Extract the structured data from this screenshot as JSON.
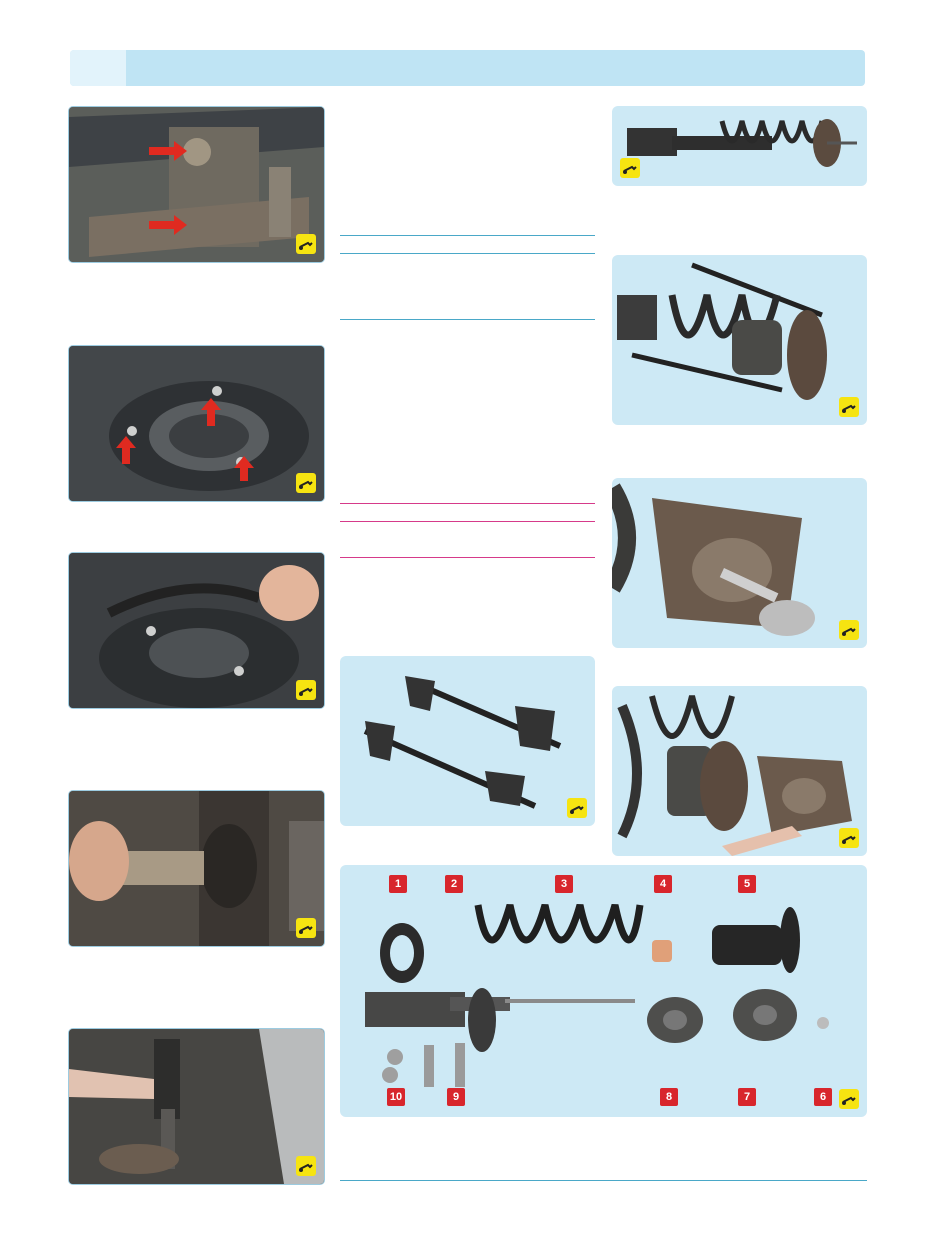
{
  "page": {
    "header_title": "",
    "badge_icon": "tool-wrench-icon",
    "accent_color": "#bfe4f4",
    "separator_colors": {
      "blue": "#4aa8c8",
      "pink": "#d63a8a"
    }
  },
  "parts_diagram": {
    "numbers": [
      "1",
      "2",
      "3",
      "4",
      "5",
      "6",
      "7",
      "8",
      "9",
      "10"
    ]
  },
  "photos": [
    {
      "name": "photo-lower-mount-bolts",
      "arrows": 2
    },
    {
      "name": "photo-strut-top-nuts",
      "arrows": 3
    },
    {
      "name": "photo-wrench-on-top-nuts",
      "arrows": 0
    },
    {
      "name": "photo-bolt-removal",
      "arrows": 0
    },
    {
      "name": "photo-strut-removal",
      "arrows": 0
    },
    {
      "name": "photo-strut-assembly",
      "arrows": 0
    },
    {
      "name": "photo-spring-compressed",
      "arrows": 0
    },
    {
      "name": "photo-top-nut-loosening",
      "arrows": 0
    },
    {
      "name": "photo-support-removal",
      "arrows": 0
    },
    {
      "name": "photo-spring-compressors",
      "arrows": 0
    }
  ]
}
